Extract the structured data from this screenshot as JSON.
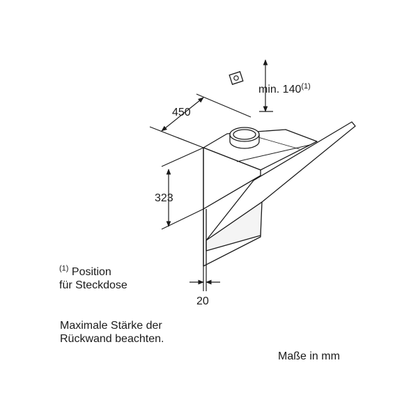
{
  "dimensions": {
    "width": "450",
    "height": "323",
    "depth": "20",
    "socket_clearance": "min. 140",
    "socket_clearance_mark": "(1)"
  },
  "footnote": {
    "mark": "(1)",
    "line1": "Position",
    "line2": "für Steckdose"
  },
  "hint": {
    "line1": "Maximale Stärke der",
    "line2": "Rückwand beachten."
  },
  "units": "Maße in mm"
}
